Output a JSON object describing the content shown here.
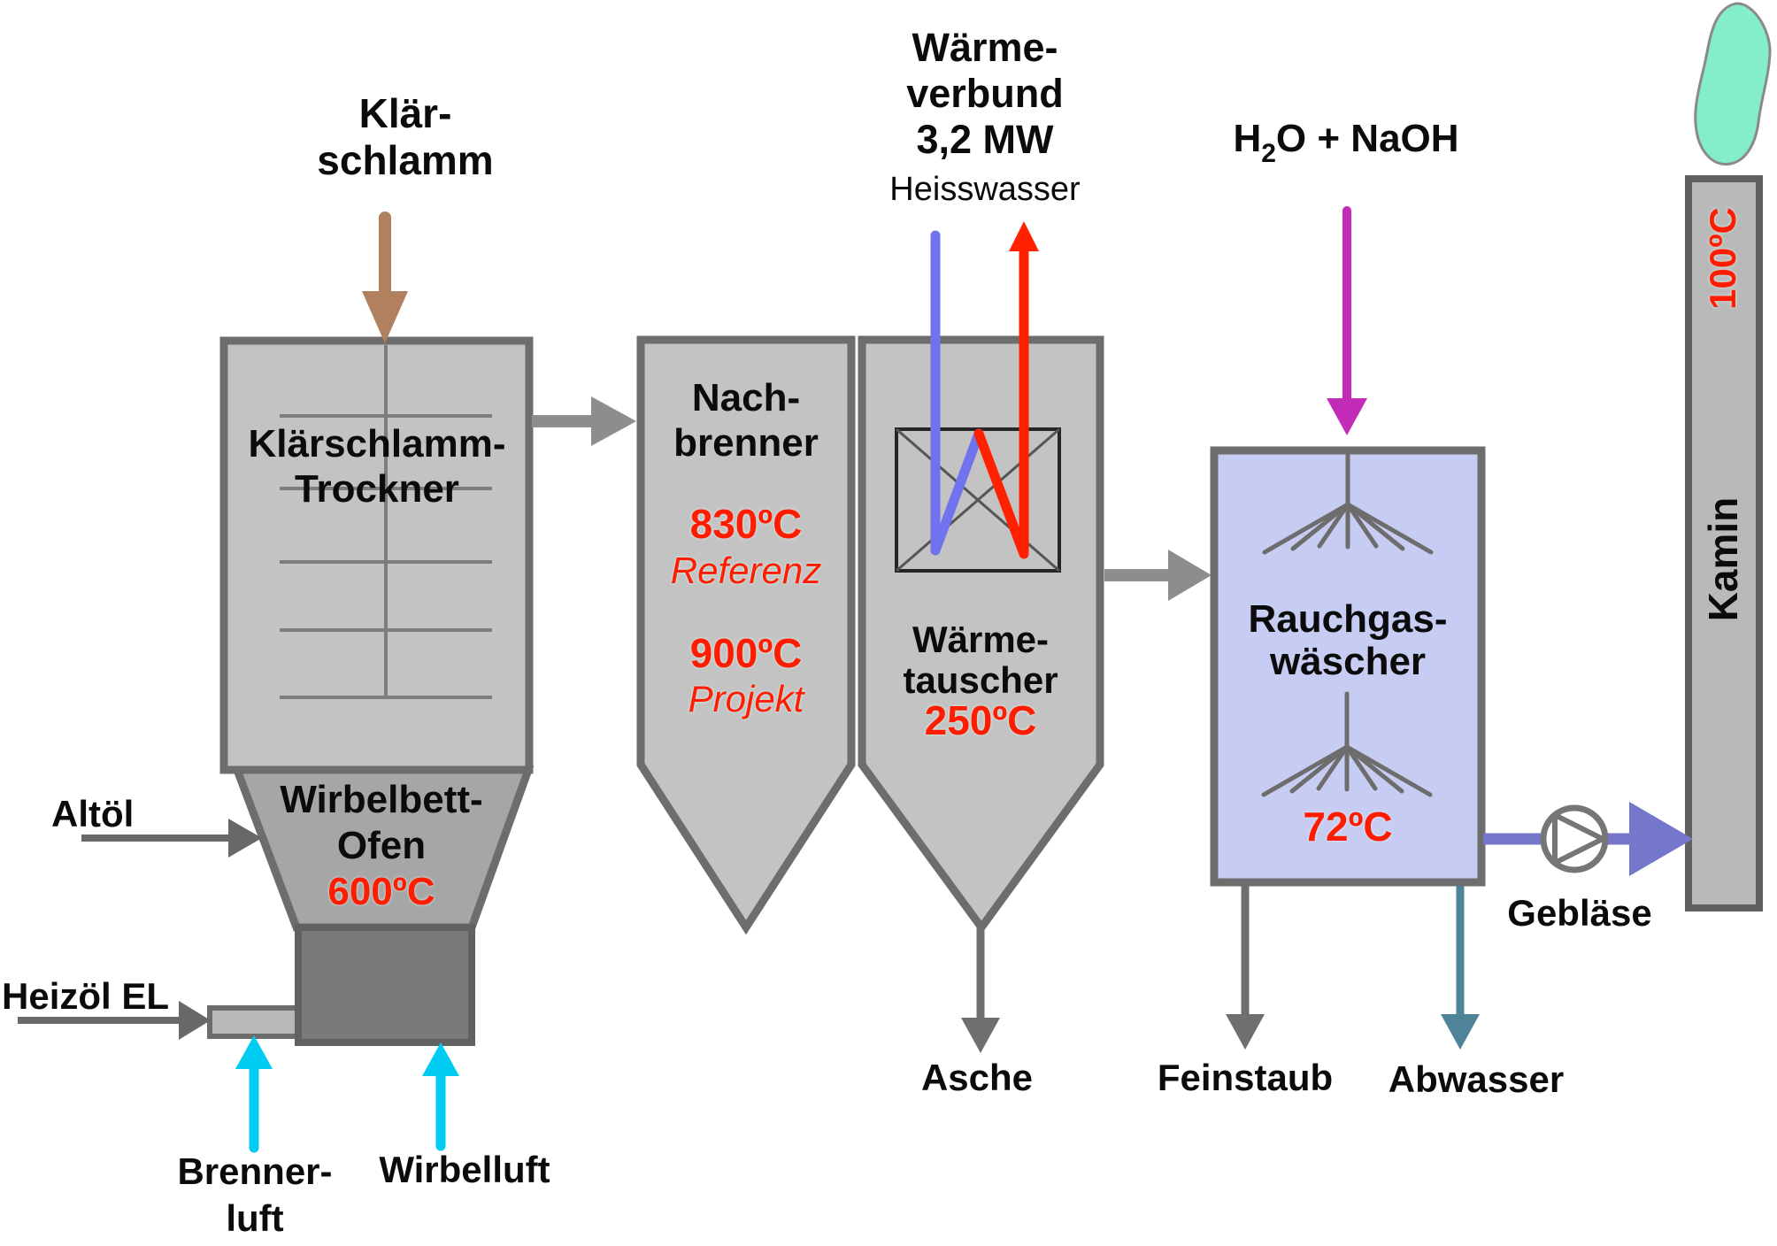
{
  "nodes": {
    "trockner": {
      "line1": "Klärschlamm-",
      "line2": "Trockner"
    },
    "wirbelbett": {
      "line1": "Wirbelbett-",
      "line2": "Ofen",
      "temperature": "600ºC"
    },
    "nachbrenner": {
      "line1": "Nach-",
      "line2": "brenner",
      "temp_reference": "830ºC",
      "temp_reference_note": "Referenz",
      "temp_project": "900ºC",
      "temp_project_note": "Projekt"
    },
    "waermetauscher": {
      "line1": "Wärme-",
      "line2": "tauscher",
      "temperature": "250ºC"
    },
    "rauchgaswaescher": {
      "line1": "Rauchgas-",
      "line2": "wäscher",
      "temperature": "72ºC"
    },
    "geblaese": {
      "label": "Gebläse"
    },
    "kamin": {
      "label": "Kamin",
      "temperature": "100ºC"
    }
  },
  "streams": {
    "klaerschlamm": {
      "line1": "Klär-",
      "line2": "schlamm"
    },
    "altoel": {
      "label": "Altöl"
    },
    "heizoel": {
      "label": "Heizöl EL"
    },
    "brennerluft": {
      "line1": "Brenner-",
      "line2": "luft"
    },
    "wirbelluft": {
      "label": "Wirbelluft"
    },
    "waermeverbund": {
      "line1": "Wärme-",
      "line2": "verbund",
      "line3": "3,2 MW",
      "medium": "Heisswasser"
    },
    "h2o_naoh": {
      "formula_h": "H",
      "formula_sub": "2",
      "formula_rest": "O + NaOH"
    },
    "asche": {
      "label": "Asche"
    },
    "feinstaub": {
      "label": "Feinstaub"
    },
    "abwasser": {
      "label": "Abwasser"
    }
  },
  "colors": {
    "vessel_fill": "#c3c3c3",
    "vessel_border": "#6d6d6d",
    "ofen_fill": "#a6a6a6",
    "windbox_fill": "#7a7a7a",
    "scrubber_fill": "#c7ccf3",
    "chimney_fill": "#b9b9b9",
    "flow_arrow_gray": "#8d8d8d",
    "dark_arrow_gray": "#686868",
    "sludge_brown": "#b0805f",
    "air_cyan": "#00ccf2",
    "hot_red": "#ff2100",
    "cold_blue": "#7173ee",
    "naoh_magenta": "#c22bb8",
    "cleangas_purple": "#7577cb",
    "wastewater_teal": "#4e8398",
    "temp_red": "#ff1c00",
    "cloud_mint": "#84edca"
  }
}
